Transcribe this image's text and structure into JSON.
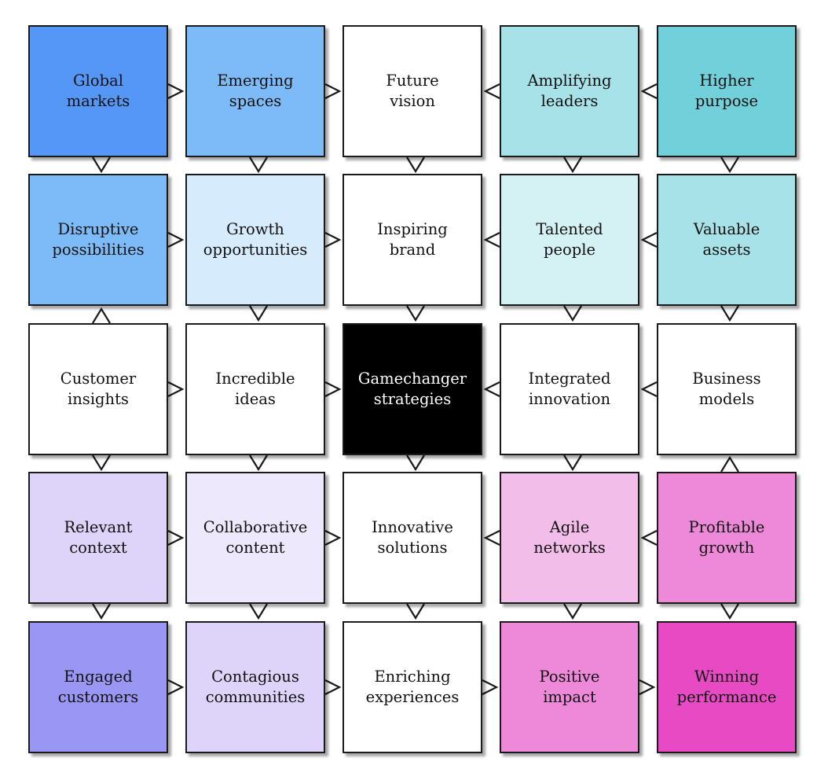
{
  "diagram": {
    "rows": [
      [
        {
          "label": "Global\nmarkets",
          "color": "#5597F6"
        },
        {
          "label": "Emerging\nspaces",
          "color": "#7DBBF8"
        },
        {
          "label": "Future\nvision",
          "color": "#FFFFFF"
        },
        {
          "label": "Amplifying\nleaders",
          "color": "#A7E2E8"
        },
        {
          "label": "Higher\npurpose",
          "color": "#71D0DA"
        }
      ],
      [
        {
          "label": "Disruptive\npossibilities",
          "color": "#7DBBF8"
        },
        {
          "label": "Growth\nopportunities",
          "color": "#D6EBFC"
        },
        {
          "label": "Inspiring\nbrand",
          "color": "#FFFFFF"
        },
        {
          "label": "Talented\npeople",
          "color": "#D4F1F3"
        },
        {
          "label": "Valuable\nassets",
          "color": "#A7E2E8"
        }
      ],
      [
        {
          "label": "Customer\ninsights",
          "color": "#FFFFFF"
        },
        {
          "label": "Incredible\nideas",
          "color": "#FFFFFF"
        },
        {
          "label": "Gamechanger\nstrategies",
          "color": "#000000"
        },
        {
          "label": "Integrated\ninnovation",
          "color": "#FFFFFF"
        },
        {
          "label": "Business\nmodels",
          "color": "#FFFFFF"
        }
      ],
      [
        {
          "label": "Relevant\ncontext",
          "color": "#DED3F8"
        },
        {
          "label": "Collaborative\ncontent",
          "color": "#EEE8FC"
        },
        {
          "label": "Innovative\nsolutions",
          "color": "#FFFFFF"
        },
        {
          "label": "Agile\nnetworks",
          "color": "#F2BDE9"
        },
        {
          "label": "Profitable\ngrowth",
          "color": "#EE88D8"
        }
      ],
      [
        {
          "label": "Engaged\ncustomers",
          "color": "#9A97F4"
        },
        {
          "label": "Contagious\ncommunities",
          "color": "#DED3F8"
        },
        {
          "label": "Enriching\nexperiences",
          "color": "#FFFFFF"
        },
        {
          "label": "Positive\nimpact",
          "color": "#EE88D8"
        },
        {
          "label": "Winning\nperformance",
          "color": "#E84AC4"
        }
      ]
    ],
    "horizontal_arrows": [
      [
        "right",
        "right",
        "left",
        "left"
      ],
      [
        "right",
        "right",
        "left",
        "left"
      ],
      [
        "right",
        "right",
        "left",
        "left"
      ],
      [
        "right",
        "right",
        "left",
        "left"
      ],
      [
        "right",
        "right",
        "right",
        "right"
      ]
    ],
    "vertical_arrows": [
      [
        "down",
        "down",
        "down",
        "down",
        "down"
      ],
      [
        "up",
        "down",
        "down",
        "down",
        "down"
      ],
      [
        "down",
        "down",
        "down",
        "down",
        "up"
      ],
      [
        "down",
        "down",
        "down",
        "down",
        "down"
      ]
    ]
  }
}
